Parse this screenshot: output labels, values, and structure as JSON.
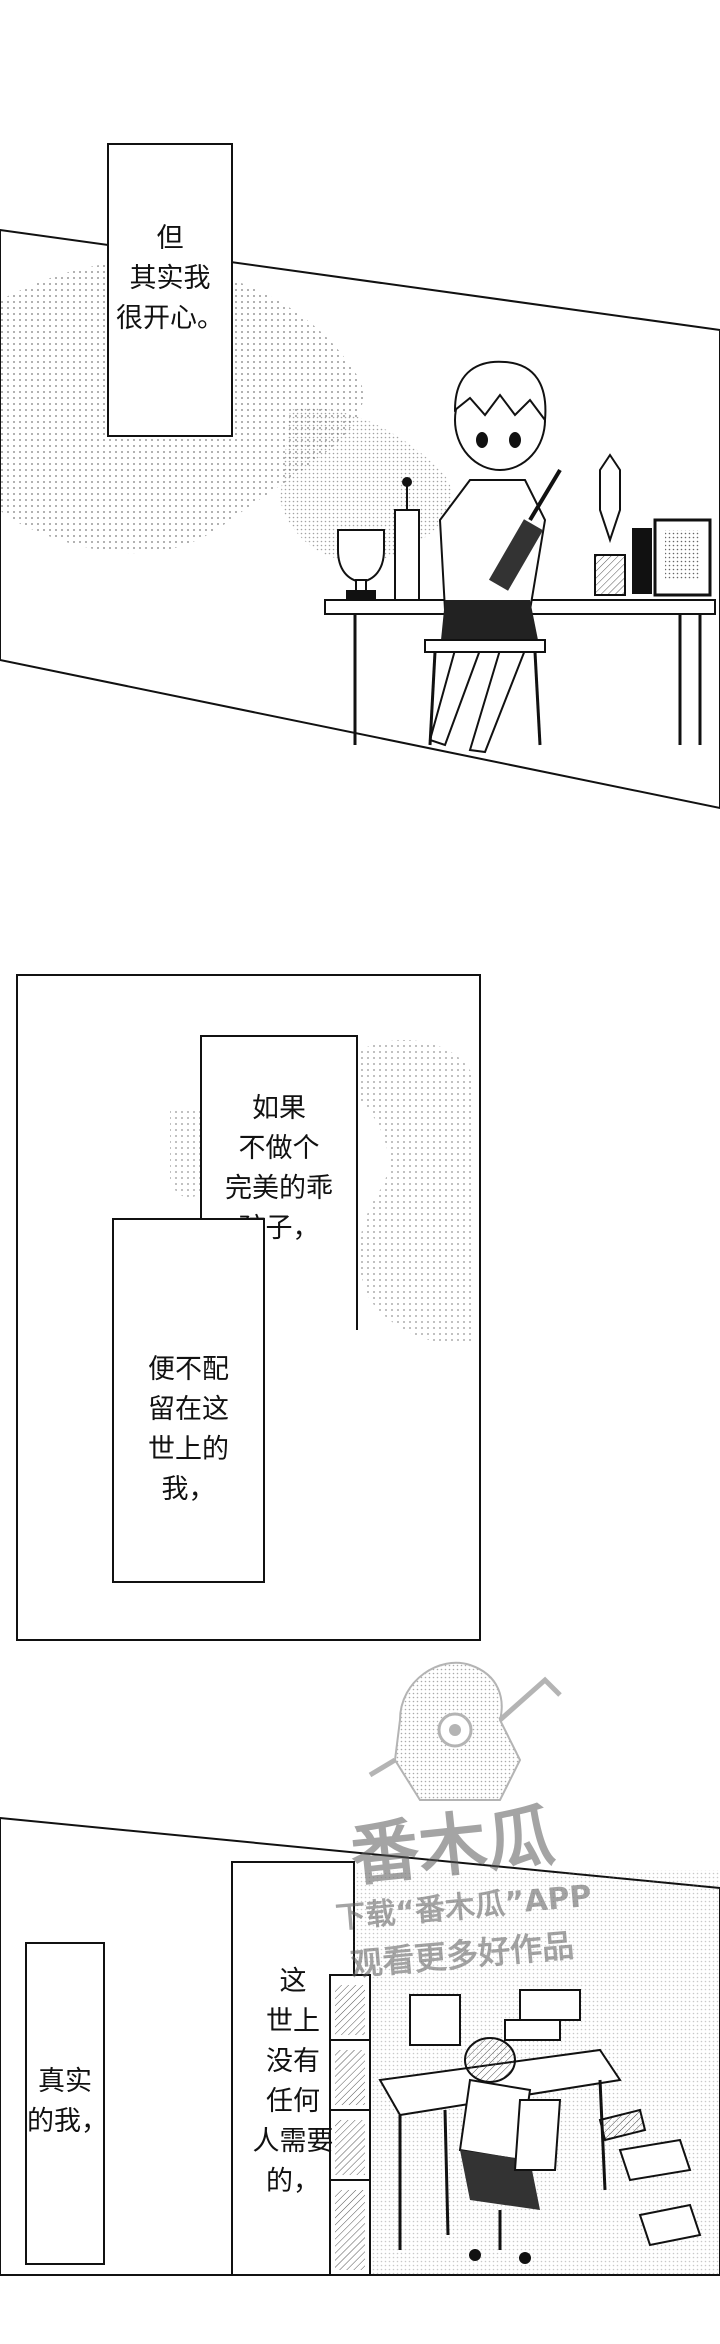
{
  "panel1": {
    "caption": [
      "但",
      "其实我",
      "很开心。"
    ]
  },
  "panel2": {
    "caption_top": [
      "如果",
      "不做个",
      "完美的乖",
      "孩子，"
    ],
    "caption_bottom": [
      "便不配",
      "留在这",
      "世上的",
      "我，"
    ]
  },
  "panel3": {
    "caption_left": [
      "真实",
      "的我，"
    ],
    "caption_mid": [
      "这",
      "世上",
      "没有",
      "任何",
      "人需要",
      "的，"
    ]
  },
  "watermark": {
    "logo_text": "番木瓜",
    "line1": "下载“番木瓜”APP",
    "line2": "观看更多好作品"
  },
  "colors": {
    "ink": "#111111",
    "paper": "#ffffff"
  }
}
